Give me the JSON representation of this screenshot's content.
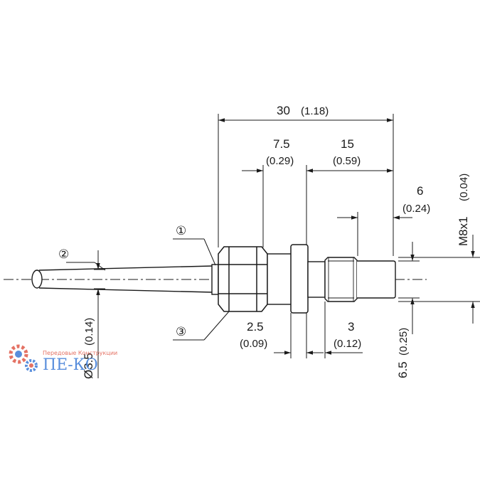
{
  "drawing": {
    "dimensions": {
      "overall_length": "30",
      "overall_length_in": "(1.18)",
      "hex_length": "7.5",
      "hex_length_in": "(0.29)",
      "thread_length": "15",
      "thread_length_in": "(0.59)",
      "thread_end": "6",
      "thread_end_in": "(0.24)",
      "collar_width": "2.5",
      "collar_width_in": "(0.09)",
      "gap_width": "3",
      "gap_width_in": "(0.12)",
      "thread_spec": "M8x1",
      "thread_spec_in": "(0.04)",
      "tip_diameter": "6.5",
      "tip_diameter_in": "(0.25)",
      "cable_diameter": "Ø3.5",
      "cable_diameter_in": "(0.14)"
    },
    "callouts": {
      "c1": "①",
      "c2": "②",
      "c3": "③"
    }
  },
  "watermark": {
    "brand": "ПЕ-КО",
    "tagline": "Передовые Конструкции"
  }
}
